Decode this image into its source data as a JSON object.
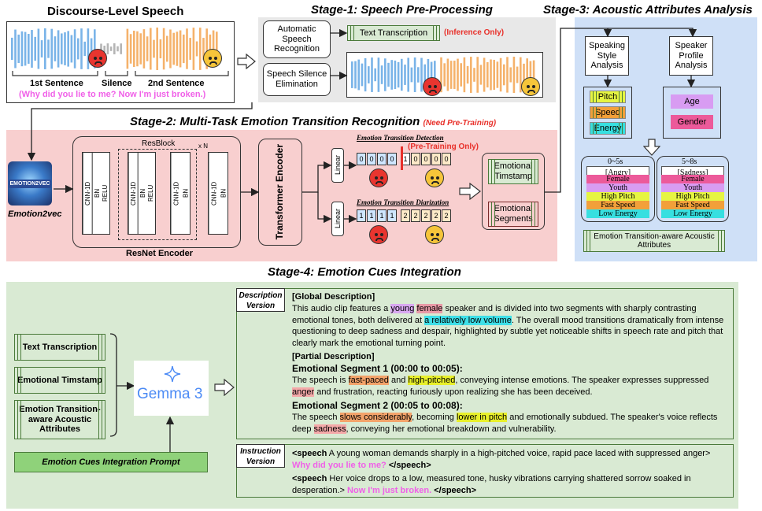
{
  "titles": {
    "discourse": "Discourse-Level Speech",
    "stage1": "Stage-1: Speech Pre-Processing",
    "stage2": "Stage-2: Multi-Task Emotion Transition Recognition",
    "stage2_note": "(Need Pre-Training)",
    "stage3": "Stage-3: Acoustic Attributes Analysis",
    "stage4": "Stage-4: Emotion Cues Integration"
  },
  "discourse": {
    "seg1": "1st Sentence",
    "silence": "Silence",
    "seg2": "2nd Sentence",
    "quote": "(Why did you lie to me?  Now I'm just broken.)"
  },
  "stage1": {
    "asr": "Automatic Speech Recognition",
    "transcription": "Text Transcription",
    "inference_only": "(Inference Only)",
    "silence_elim": "Speech Silence Elimination"
  },
  "stage2": {
    "resblock": "ResBlock",
    "times_n": "x N",
    "cnn": "CNN-1D",
    "bn": "BN",
    "relu": "RELU",
    "resnet": "ResNet Encoder",
    "transformer": "Transformer Encoder",
    "linear": "Linear",
    "detection": "Emotion Transition Detection",
    "pretraining_only": "(Pre-Training Only)",
    "diarization": "Emotion Transition Diarization",
    "detection_cells": [
      "0",
      "0",
      "0",
      "0",
      "1",
      "0",
      "0",
      "0",
      "0"
    ],
    "diarization_cells": [
      "1",
      "1",
      "1",
      "1",
      "2",
      "2",
      "2",
      "2",
      "2"
    ],
    "timestamp": "Emotional Timstamp",
    "segments": "Emotional Segments",
    "logo_text": "EMOTION2VEC",
    "logo_caption": "Emotion2vec"
  },
  "stage3": {
    "style": "Speaking Style Analysis",
    "profile": "Speaker Profile Analysis",
    "pitch": "Pitch",
    "speed": "Speed",
    "energy": "Energy",
    "age": "Age",
    "gender": "Gender",
    "seg_a": {
      "time": "0~5s",
      "emotion": "[Angry]",
      "gender": "Female",
      "age": "Youth",
      "pitch": "High Pitch",
      "speed": "Fast Speed",
      "energy": "Low Energy"
    },
    "seg_b": {
      "time": "5~8s",
      "emotion": "[Sadness]",
      "gender": "Female",
      "age": "Youth",
      "pitch": "High Pitch",
      "speed": "Fast Speed",
      "energy": "Low Energy"
    },
    "aware": "Emotion Transition-aware Acoustic Attributes"
  },
  "stage4": {
    "inputs": [
      "Text Transcription",
      "Emotional Timstamp",
      "Emotion Transition-aware Acoustic Attributes"
    ],
    "gemma": "Gemma 3",
    "prompt": "Emotion Cues Integration Prompt",
    "desc_tag": "Description Version",
    "instr_tag": "Instruction Version",
    "global_h": "[Global Description]",
    "g1": "This audio clip features a ",
    "g_young": "young",
    "g_female": "female",
    "g2": " speaker and is divided into two segments with sharply contrasting emotional tones, both delivered at ",
    "g_low": "a relatively low volume",
    "g3": ". The overall mood transitions dramatically from intense questioning to deep sadness and despair, highlighted by subtle yet noticeable shifts in speech rate and pitch that clearly mark the emotional turning point.",
    "partial_h": "[Partial Description]",
    "seg1_h": "Emotional Segment 1 (00:00 to 00:05):",
    "s1a": "The speech is ",
    "s1_fast": "fast-paced",
    "s1b": " and ",
    "s1_high": "high-pitched",
    "s1c": ", conveying intense emotions. The speaker expresses suppressed ",
    "s1_anger": "anger",
    "s1d": " and frustration, reacting furiously upon realizing she has been deceived.",
    "seg2_h": "Emotional Segment 2 (00:05 to 00:08):",
    "s2a": "The speech ",
    "s2_slow": "slows considerably",
    "s2b": ", becoming ",
    "s2_low": "lower in pitch",
    "s2c": " and emotionally subdued. The speaker's voice reflects deep ",
    "s2_sad": "sadness",
    "s2d": ", conveying her emotional breakdown and vulnerability.",
    "i1_open": "<speech",
    "i1_text": " A young woman demands sharply in a high-pitched voice, rapid pace laced with suppressed anger> ",
    "i1_quote": "Why did you lie to me?",
    "i_close": " </speech>",
    "i2_open": "<speech",
    "i2_text": " Her voice drops to a low, measured tone, husky vibrations carrying shattered sorrow soaked in desperation.> ",
    "i2_quote": "Now I'm just broken.",
    "i2_close": " </speech>"
  },
  "colors": {
    "wave_blue": "#7ab4e8",
    "wave_gray": "#b5b5b5",
    "wave_orange": "#f5b26b",
    "stage1_bg": "#e8e8e8",
    "stage2_bg": "#f8cfcf",
    "stage3_bg": "#cfe0f7",
    "stage4_bg": "#d9ead3",
    "pitch": "#e6f542",
    "speed": "#f2a03a",
    "energy": "#37dfe0",
    "age": "#d89cf2",
    "gender": "#ec5a9a"
  }
}
